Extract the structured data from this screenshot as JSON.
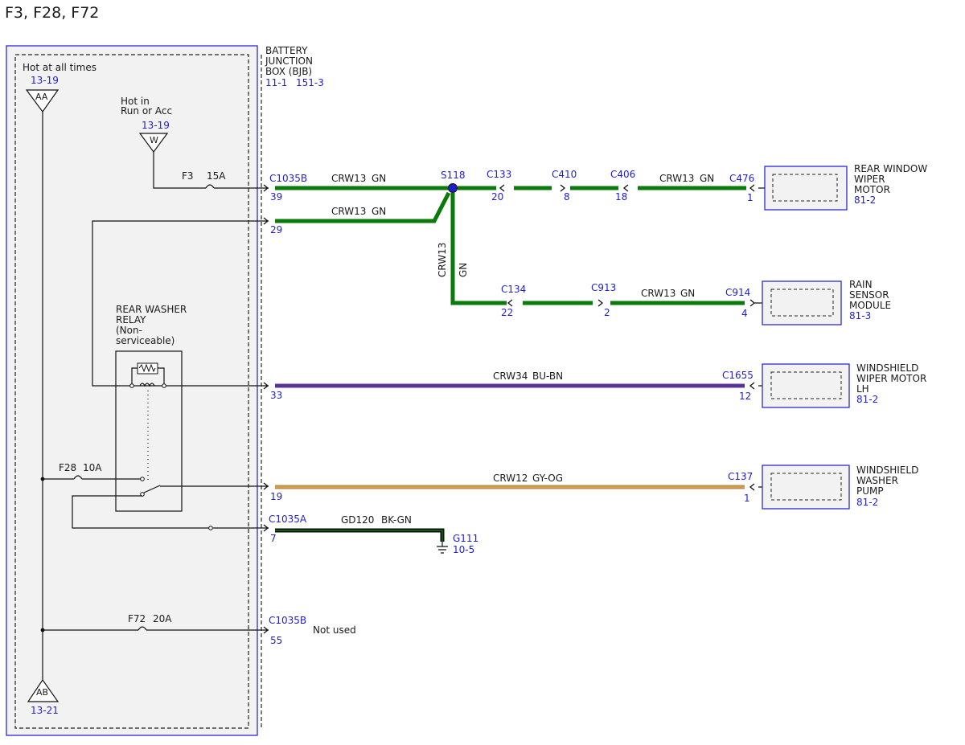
{
  "title": "F3, F28, F72",
  "bjb": {
    "line1": "BATTERY",
    "line2": "JUNCTION",
    "line3": "BOX (BJB)",
    "ref1": "11-1",
    "ref2": "151-3"
  },
  "power": {
    "hot_all": "Hot at all times",
    "hot_all_ref": "13-19",
    "aa": "AA",
    "hot_run1": "Hot in",
    "hot_run2": "Run or Acc",
    "hot_run_ref": "13-19",
    "w": "W",
    "ab": "AB",
    "ab_ref": "13-21"
  },
  "fuses": {
    "f3": "F3",
    "f3_amp": "15A",
    "f28": "F28",
    "f28_amp": "10A",
    "f72": "F72",
    "f72_amp": "20A"
  },
  "relay": {
    "l1": "REAR WASHER",
    "l2": "RELAY",
    "l3": "(Non-",
    "l4": "serviceable)"
  },
  "connectors": {
    "c1035b_top": "C1035B",
    "pin39": "39",
    "pin29": "29",
    "pin33": "33",
    "pin19": "19",
    "c1035a": "C1035A",
    "pin7": "7",
    "c1035b_bot": "C1035B",
    "pin55": "55",
    "not_used": "Not used",
    "s118": "S118",
    "c133": "C133",
    "pin20": "20",
    "c410": "C410",
    "pin8": "8",
    "c406": "C406",
    "pin18": "18",
    "c476": "C476",
    "pin1a": "1",
    "c134": "C134",
    "pin22": "22",
    "c913": "C913",
    "pin2": "2",
    "c914": "C914",
    "pin4": "4",
    "c1655": "C1655",
    "pin12": "12",
    "c137": "C137",
    "pin1b": "1",
    "g111": "G111",
    "g111_ref": "10-5"
  },
  "wires": {
    "w1_circ": "CRW13",
    "w1_col": "GN",
    "w2_circ": "CRW13",
    "w2_col": "GN",
    "w3_circ": "CRW13",
    "w3_col": "GN",
    "w4_circ": "CRW13",
    "w4_col": "GN",
    "w5_circ": "CRW13",
    "w5_col": "GN",
    "w6_circ": "CRW34",
    "w6_col": "BU-BN",
    "w7_circ": "CRW12",
    "w7_col": "GY-OG",
    "w8_circ": "GD120",
    "w8_col": "BK-GN"
  },
  "components": {
    "rear_wiper": [
      "REAR WINDOW",
      "WIPER",
      "MOTOR"
    ],
    "rear_wiper_ref": "81-2",
    "rain": [
      "RAIN",
      "SENSOR",
      "MODULE"
    ],
    "rain_ref": "81-3",
    "ws_wiper": [
      "WINDSHIELD",
      "WIPER MOTOR",
      "LH"
    ],
    "ws_wiper_ref": "81-2",
    "washer": [
      "WINDSHIELD",
      "WASHER",
      "PUMP"
    ],
    "washer_ref": "81-2"
  },
  "colors": {
    "green": "#0a7a0a",
    "blue_wire": "#4a2ad0",
    "brown": "#7a4a1a",
    "tan": "#c8a060",
    "label_blue": "#1f1fd0"
  }
}
